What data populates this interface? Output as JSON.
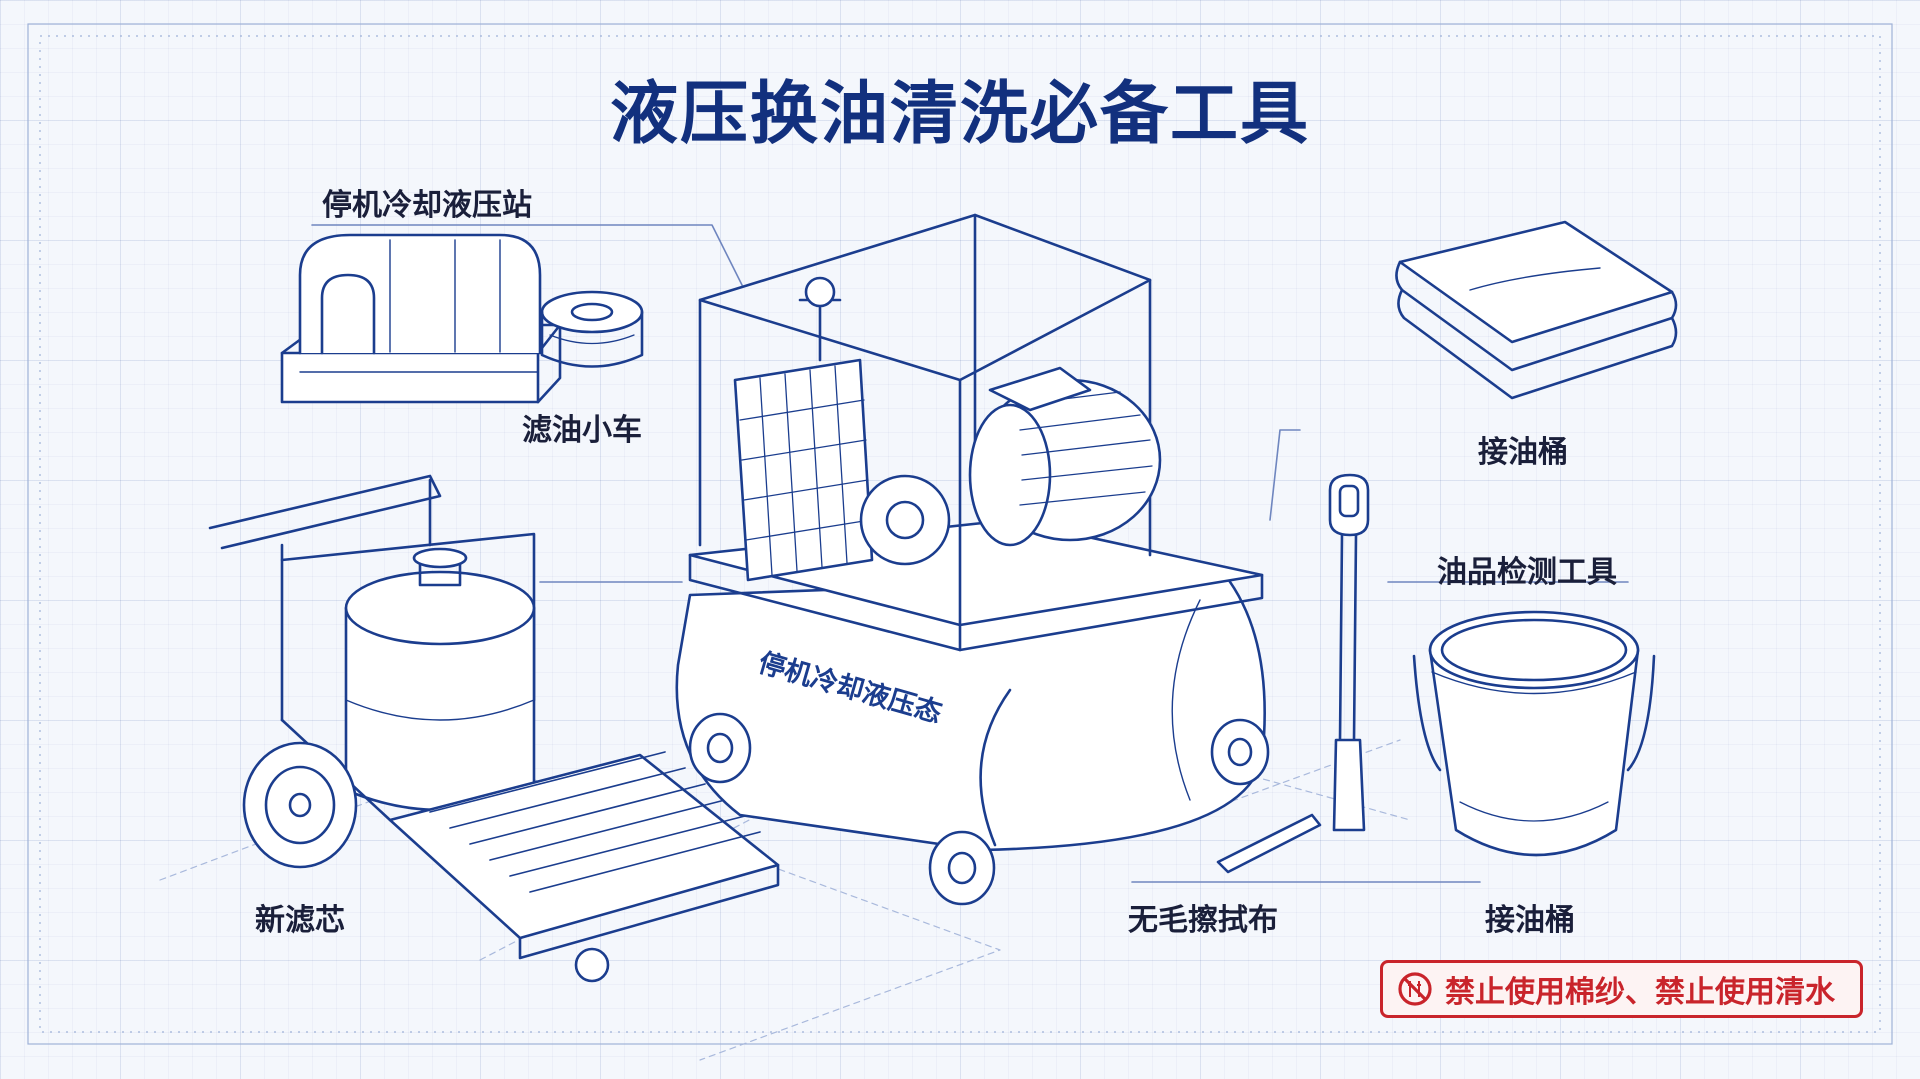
{
  "title": "液压换油清洗必备工具",
  "labels": {
    "station_top": "停机冷却液压站",
    "filter_cart": "滤油小车",
    "new_filter": "新滤芯",
    "oil_bucket_top": "接油桶",
    "oil_test_tool": "油品检测工具",
    "lint_free_cloth": "无毛擦拭布",
    "oil_bucket_bottom": "接油桶"
  },
  "tank_text": "停机冷却液压态",
  "warning": {
    "text": "禁止使用棉纱、禁止使用清水",
    "icon": "prohibited-icon"
  },
  "colors": {
    "line": "#1b3d8e",
    "title": "#12307e",
    "warning": "#c9242b"
  }
}
